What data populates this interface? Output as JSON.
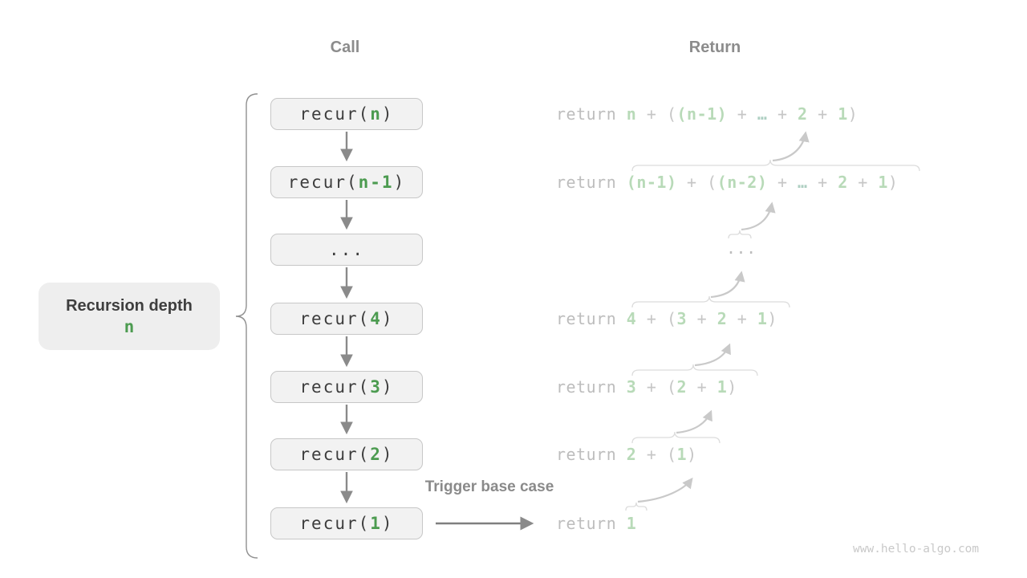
{
  "headers": {
    "call": "Call",
    "return": "Return"
  },
  "depth_label": {
    "title": "Recursion depth",
    "value": "n"
  },
  "trigger_label": "Trigger base case",
  "watermark": "www.hello-algo.com",
  "colors": {
    "accent_green": "#4c9b50",
    "pale_green": "#b8dab8",
    "box_fill": "#f2f2f2",
    "box_border": "#c7c7c7",
    "arrow_gray": "#8a8a8a",
    "faded_gray": "#c9c9c9"
  },
  "call_column": {
    "boxes": [
      {
        "pre": "recur(",
        "arg": "n",
        "post": ")"
      },
      {
        "pre": "recur(",
        "arg": "n-1",
        "post": ")"
      },
      {
        "pre": "...",
        "arg": "",
        "post": ""
      },
      {
        "pre": "recur(",
        "arg": "4",
        "post": ")"
      },
      {
        "pre": "recur(",
        "arg": "3",
        "post": ")"
      },
      {
        "pre": "recur(",
        "arg": "2",
        "post": ")"
      },
      {
        "pre": "recur(",
        "arg": "1",
        "post": ")"
      }
    ]
  },
  "return_column": {
    "rows": [
      {
        "segments": [
          {
            "t": "return ",
            "c": "kw"
          },
          {
            "t": "n",
            "c": "val"
          },
          {
            "t": " + (",
            "c": "op"
          },
          {
            "t": "(n-1)",
            "c": "val"
          },
          {
            "t": " + ",
            "c": "op"
          },
          {
            "t": "…",
            "c": "dots"
          },
          {
            "t": " + ",
            "c": "op"
          },
          {
            "t": "2",
            "c": "val"
          },
          {
            "t": " + ",
            "c": "op"
          },
          {
            "t": "1",
            "c": "val"
          },
          {
            "t": ")",
            "c": "op"
          }
        ]
      },
      {
        "segments": [
          {
            "t": "return ",
            "c": "kw"
          },
          {
            "t": "(n-1)",
            "c": "val"
          },
          {
            "t": " + (",
            "c": "op"
          },
          {
            "t": "(n-2)",
            "c": "val"
          },
          {
            "t": " + ",
            "c": "op"
          },
          {
            "t": "…",
            "c": "dots"
          },
          {
            "t": " + ",
            "c": "op"
          },
          {
            "t": "2",
            "c": "val"
          },
          {
            "t": " + ",
            "c": "op"
          },
          {
            "t": "1",
            "c": "val"
          },
          {
            "t": ")",
            "c": "op"
          }
        ]
      },
      {
        "segments": [
          {
            "t": "...",
            "c": "kw"
          }
        ]
      },
      {
        "segments": [
          {
            "t": "return ",
            "c": "kw"
          },
          {
            "t": "4",
            "c": "val"
          },
          {
            "t": " + (",
            "c": "op"
          },
          {
            "t": "3",
            "c": "val"
          },
          {
            "t": " + ",
            "c": "op"
          },
          {
            "t": "2",
            "c": "val"
          },
          {
            "t": " + ",
            "c": "op"
          },
          {
            "t": "1",
            "c": "val"
          },
          {
            "t": ")",
            "c": "op"
          }
        ]
      },
      {
        "segments": [
          {
            "t": "return ",
            "c": "kw"
          },
          {
            "t": "3",
            "c": "val"
          },
          {
            "t": " + (",
            "c": "op"
          },
          {
            "t": "2",
            "c": "val"
          },
          {
            "t": " + ",
            "c": "op"
          },
          {
            "t": "1",
            "c": "val"
          },
          {
            "t": ")",
            "c": "op"
          }
        ]
      },
      {
        "segments": [
          {
            "t": "return ",
            "c": "kw"
          },
          {
            "t": "2",
            "c": "val"
          },
          {
            "t": " + (",
            "c": "op"
          },
          {
            "t": "1",
            "c": "val"
          },
          {
            "t": ")",
            "c": "op"
          }
        ]
      },
      {
        "segments": [
          {
            "t": "return ",
            "c": "kw"
          },
          {
            "t": "1",
            "c": "val"
          }
        ]
      }
    ]
  }
}
